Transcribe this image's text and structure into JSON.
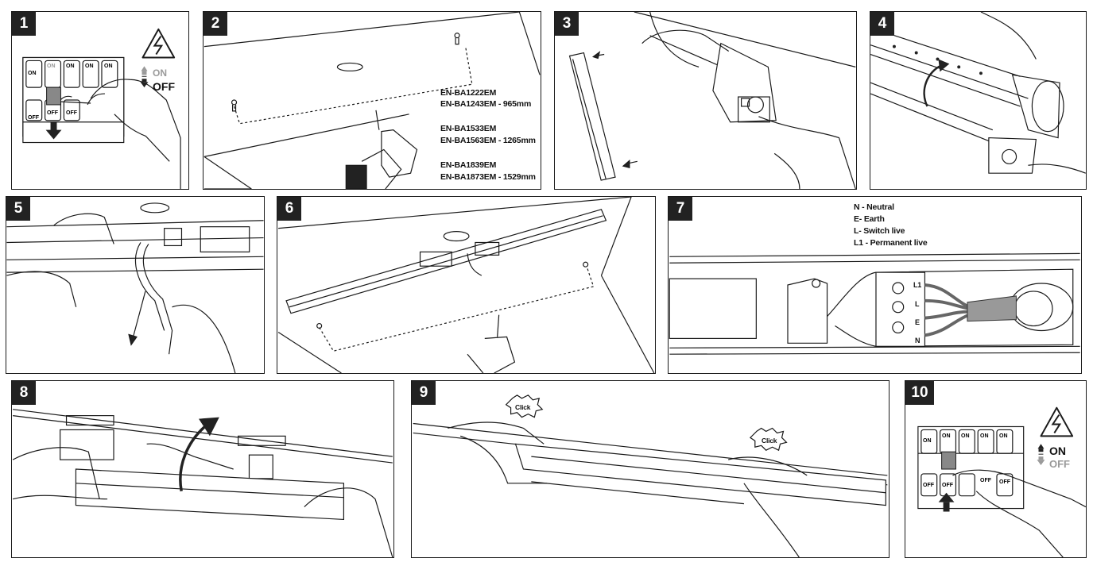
{
  "steps": [
    {
      "number": "1",
      "on_label": "ON",
      "off_label": "OFF",
      "breaker_top": [
        "ON",
        "ON",
        "ON",
        "ON",
        "ON"
      ],
      "breaker_bottom": [
        "OFF",
        "OFF",
        "OFF"
      ]
    },
    {
      "number": "2",
      "models": [
        {
          "line1": "EN-BA1222EM",
          "line2": "EN-BA1243EM -  965mm"
        },
        {
          "line1": "EN-BA1533EM",
          "line2": "EN-BA1563EM -  1265mm"
        },
        {
          "line1": "EN-BA1839EM",
          "line2": "EN-BA1873EM -  1529mm"
        }
      ]
    },
    {
      "number": "3"
    },
    {
      "number": "4"
    },
    {
      "number": "5"
    },
    {
      "number": "6"
    },
    {
      "number": "7",
      "legend": [
        "N - Neutral",
        "E- Earth",
        "L- Switch live",
        "L1 - Permanent live"
      ],
      "terminals": [
        "L1",
        "L",
        "E",
        "N"
      ]
    },
    {
      "number": "8"
    },
    {
      "number": "9",
      "click_label": "Click"
    },
    {
      "number": "10",
      "on_label": "ON",
      "off_label": "OFF",
      "breaker_top": [
        "ON",
        "ON",
        "ON",
        "ON",
        "ON"
      ],
      "breaker_bottom": [
        "OFF",
        "OFF",
        "OFF",
        "OFF"
      ]
    }
  ],
  "colors": {
    "line": "#1a1a1a",
    "badge": "#222222",
    "grey": "#9a9a9a",
    "wire": "#777777"
  },
  "icons": [
    "warning-electric-icon",
    "arrow-down-icon",
    "arrow-up-icon",
    "curved-arrow-icon",
    "drill-icon",
    "hand-icon",
    "click-burst-icon"
  ]
}
